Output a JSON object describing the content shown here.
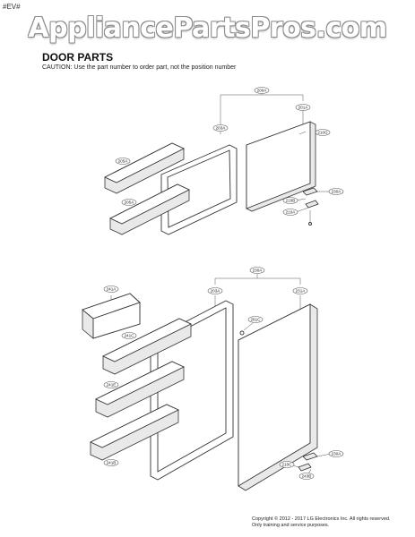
{
  "corner_code": "#EV#",
  "watermark": "AppliancePartsPros.com",
  "header": {
    "title": "DOOR PARTS",
    "caution": "CAUTION: Use the part number to order part, not the position number"
  },
  "upper_callouts": [
    "200A",
    "203A",
    "201A",
    "210G",
    "205A",
    "205A",
    "230A",
    "210B",
    "210A"
  ],
  "lower_callouts": [
    "241A",
    "230A",
    "203A",
    "231A",
    "281C",
    "241C",
    "241E",
    "241B",
    "230A",
    "210C",
    "243B"
  ],
  "footer": {
    "copyright_line1": "Copyright © 2012 - 2017 LG Electronics Inc. All rights reserved.",
    "copyright_line2": "Only training and service purposes."
  }
}
